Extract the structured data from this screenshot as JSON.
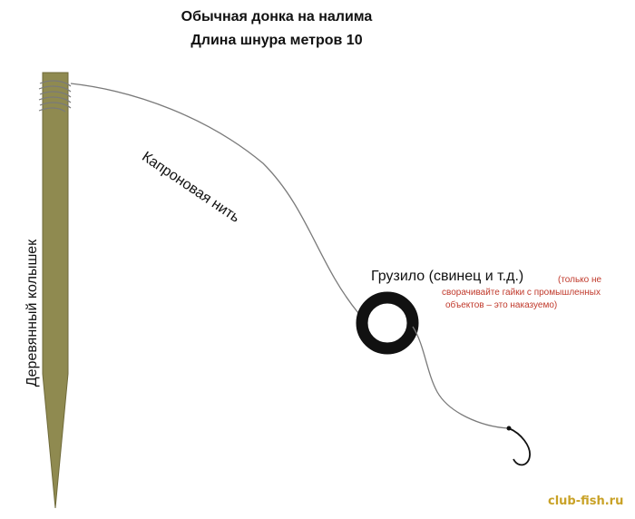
{
  "title_line1": "Обычная донка на налима",
  "title_line2": "Длина шнура метров 10",
  "labels": {
    "stake": "Деревянный колышек",
    "line": "Капроновая нить",
    "sinker": "Грузило (свинец и т.д.)",
    "sinker_note": [
      "(только не",
      "сворачивайте гайки с промышленных",
      "объектов – это наказуемо)"
    ]
  },
  "watermark": "club-fish.ru",
  "colors": {
    "stake": "#8f8a50",
    "line": "#7a7a7a",
    "sinker": "#111111",
    "note": "#c0392b",
    "watermark": "#c9a227"
  }
}
